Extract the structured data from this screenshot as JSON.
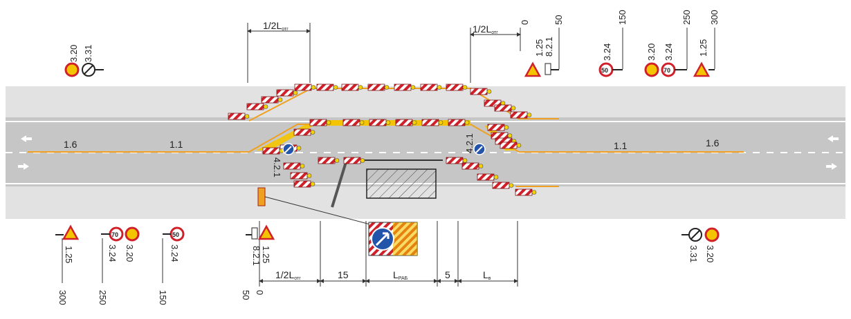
{
  "top_dims": {
    "half_l_left": "1/2L",
    "half_l_right": "1/2L",
    "sub_otg": "отг"
  },
  "bottom_dims": {
    "half_l": "1/2L",
    "sub_otg": "отг",
    "fifteen": "15",
    "l_rab": "L",
    "sub_rab": "РАБ",
    "five": "5",
    "l_v": "L",
    "sub_v": "в"
  },
  "markings": {
    "left_16": "1.6",
    "left_11": "1.1",
    "right_11": "1.1",
    "right_16": "1.6"
  },
  "sign_421_vertical": "4.2.1",
  "top_signs": {
    "g320_331": [
      "3.20",
      "3.31"
    ],
    "g125_821": [
      "1.25",
      "8.2.1"
    ],
    "g324": "3.24",
    "g320_324": [
      "3.20",
      "3.24"
    ],
    "g125_right": "1.25"
  },
  "top_dists": {
    "d0": "0",
    "d50": "50",
    "d150": "150",
    "d250": "250",
    "d300": "300"
  },
  "bottom_signs": {
    "g125_left": "1.25",
    "g324_320": [
      "3.24",
      "3.20"
    ],
    "g324": "3.24",
    "g125_821": [
      "1.25",
      "8.2.1"
    ],
    "g331_320": [
      "3.31",
      "3.20"
    ]
  },
  "bottom_dists": {
    "d300": "300",
    "d250": "250",
    "d150": "150",
    "d50": "50",
    "d0": "0"
  },
  "speed_values": {
    "s50": "50",
    "s70": "70"
  },
  "colors": {
    "orange": "#f0a020",
    "red": "#d0202a",
    "road": "#c8c8c8",
    "shoulder": "#e0e0e0",
    "blue": "#2255aa"
  }
}
